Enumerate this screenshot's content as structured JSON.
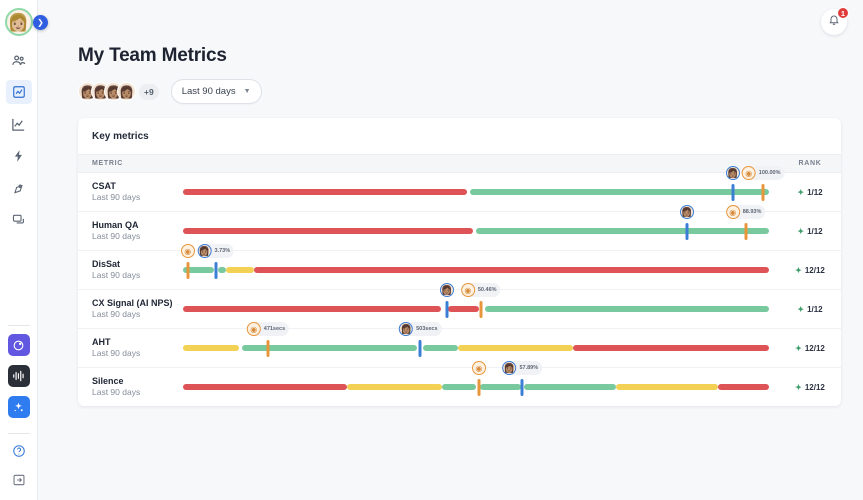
{
  "rail": {
    "avatar_icon": "user-avatar-photo",
    "toggle_icon": "chevron-right-icon",
    "items": [
      {
        "name": "team-icon",
        "glyph": "team"
      },
      {
        "name": "dashboard-icon",
        "glyph": "dashboard",
        "active": true
      },
      {
        "name": "trend-chart-icon",
        "glyph": "trend"
      },
      {
        "name": "bolt-icon",
        "glyph": "bolt"
      },
      {
        "name": "coaching-icon",
        "glyph": "coaching"
      },
      {
        "name": "chat-icon",
        "glyph": "chat"
      }
    ],
    "apps": [
      {
        "name": "app-tile-purple",
        "glyph": "◕"
      },
      {
        "name": "app-tile-waveform",
        "glyph": "waveform"
      },
      {
        "name": "app-tile-sparkle",
        "glyph": "sparkle"
      }
    ],
    "bottom": [
      {
        "name": "help-icon",
        "glyph": "?"
      },
      {
        "name": "logout-icon",
        "glyph": "logout"
      }
    ]
  },
  "header": {
    "title": "My Team Metrics",
    "bell_icon": "bell-icon",
    "notification_count": "1",
    "avatar_stack": [
      "👩🏽",
      "👩🏽",
      "👩🏽",
      "👩🏽"
    ],
    "avatar_more": "+9",
    "range_label": "Last 90 days",
    "range_chevron": "chevron-down-icon"
  },
  "card": {
    "title": "Key metrics",
    "columns": {
      "metric": "METRIC",
      "rank": "RANK"
    },
    "rows": [
      {
        "name": "CSAT",
        "sub": "Last 90 days",
        "rank": "1/12",
        "rank_trend": "up",
        "segments": [
          {
            "color": "red",
            "start": 0.0,
            "end": 48.5
          },
          {
            "color": "green",
            "start": 49.0,
            "end": 100.0
          }
        ],
        "markers": [
          {
            "kind": "photo",
            "color": "blue",
            "pos": 93.8,
            "value": ""
          },
          {
            "kind": "generic",
            "color": "orange",
            "pos": 99.0,
            "value": "100.00%"
          }
        ]
      },
      {
        "name": "Human QA",
        "sub": "Last 90 days",
        "rank": "1/12",
        "rank_trend": "up",
        "segments": [
          {
            "color": "red",
            "start": 0.0,
            "end": 49.5
          },
          {
            "color": "green",
            "start": 50.0,
            "end": 100.0
          }
        ],
        "markers": [
          {
            "kind": "photo",
            "color": "blue",
            "pos": 86.0,
            "value": ""
          },
          {
            "kind": "generic",
            "color": "orange",
            "pos": 96.0,
            "value": "88.93%"
          }
        ]
      },
      {
        "name": "DisSat",
        "sub": "Last 90 days",
        "rank": "12/12",
        "rank_trend": "up",
        "segments": [
          {
            "color": "green",
            "start": 0.0,
            "end": 5.3
          },
          {
            "color": "green",
            "start": 5.9,
            "end": 7.3
          },
          {
            "color": "yellow",
            "start": 7.3,
            "end": 12.2
          },
          {
            "color": "red",
            "start": 12.2,
            "end": 100.0
          }
        ],
        "markers": [
          {
            "kind": "generic",
            "color": "orange",
            "pos": 0.8,
            "value": ""
          },
          {
            "kind": "photo",
            "color": "blue",
            "pos": 5.6,
            "value": "3.73%"
          }
        ]
      },
      {
        "name": "CX Signal (AI NPS)",
        "sub": "Last 90 days",
        "rank": "1/12",
        "rank_trend": "up",
        "segments": [
          {
            "color": "red",
            "start": 0.0,
            "end": 44.0
          },
          {
            "color": "red",
            "start": 45.2,
            "end": 50.5
          },
          {
            "color": "green",
            "start": 51.5,
            "end": 100.0
          }
        ],
        "markers": [
          {
            "kind": "photo",
            "color": "blue",
            "pos": 45.0,
            "value": ""
          },
          {
            "kind": "generic",
            "color": "orange",
            "pos": 50.8,
            "value": "50.46%"
          }
        ]
      },
      {
        "name": "AHT",
        "sub": "Last 90 days",
        "rank": "12/12",
        "rank_trend": "up",
        "segments": [
          {
            "color": "yellow",
            "start": 0.0,
            "end": 9.6
          },
          {
            "color": "green",
            "start": 10.0,
            "end": 40.0
          },
          {
            "color": "green",
            "start": 41.0,
            "end": 47.0
          },
          {
            "color": "yellow",
            "start": 47.0,
            "end": 66.5
          },
          {
            "color": "red",
            "start": 66.5,
            "end": 100.0
          }
        ],
        "markers": [
          {
            "kind": "generic",
            "color": "orange",
            "pos": 14.5,
            "value": "471secs"
          },
          {
            "kind": "photo",
            "color": "blue",
            "pos": 40.5,
            "value": "503secs"
          }
        ]
      },
      {
        "name": "Silence",
        "sub": "Last 90 days",
        "rank": "12/12",
        "rank_trend": "up",
        "segments": [
          {
            "color": "red",
            "start": 0.0,
            "end": 28.0
          },
          {
            "color": "yellow",
            "start": 28.0,
            "end": 44.2
          },
          {
            "color": "green",
            "start": 44.2,
            "end": 50.0
          },
          {
            "color": "green",
            "start": 50.6,
            "end": 57.6
          },
          {
            "color": "green",
            "start": 58.2,
            "end": 73.9
          },
          {
            "color": "yellow",
            "start": 73.9,
            "end": 91.3
          },
          {
            "color": "red",
            "start": 91.3,
            "end": 100.0
          }
        ],
        "markers": [
          {
            "kind": "generic",
            "color": "orange",
            "pos": 50.5,
            "value": ""
          },
          {
            "kind": "photo",
            "color": "blue",
            "pos": 57.9,
            "value": "57.89%"
          }
        ]
      }
    ]
  }
}
